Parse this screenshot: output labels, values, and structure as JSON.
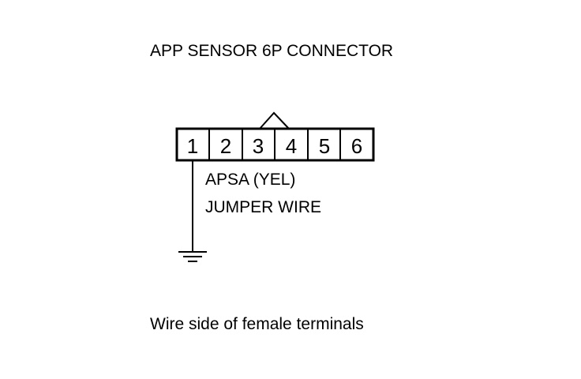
{
  "diagram": {
    "title": "APP SENSOR 6P CONNECTOR",
    "connector": {
      "pins": [
        "1",
        "2",
        "3",
        "4",
        "5",
        "6"
      ]
    },
    "wire_label": "APSA (YEL)",
    "jumper_label": "JUMPER WIRE",
    "caption": "Wire side of female terminals",
    "colors": {
      "line": "#000000",
      "background": "#ffffff"
    }
  }
}
